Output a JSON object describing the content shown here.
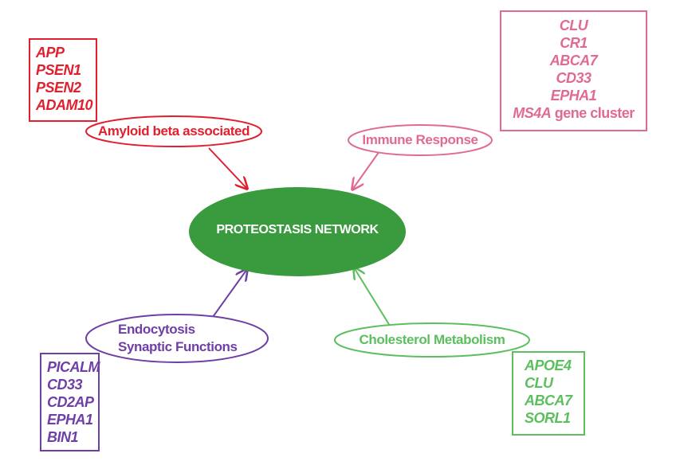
{
  "colors": {
    "center": "#3a9a3e",
    "amyloid": "#e0202e",
    "immune": "#e06a94",
    "endocytosis": "#6e3fa6",
    "cholesterol": "#5cbf5e"
  },
  "center": {
    "label": "PROTEOSTASIS NETWORK"
  },
  "amyloid": {
    "label": "Amyloid beta associated",
    "genes": [
      "APP",
      "PSEN1",
      "PSEN2",
      "ADAM10"
    ]
  },
  "immune": {
    "label": "Immune Response",
    "genes": [
      "CLU",
      "CR1",
      "ABCA7",
      "CD33",
      "EPHA1"
    ],
    "cluster_gene": "MS4A",
    "cluster_suffix": " gene cluster"
  },
  "endocytosis": {
    "label_line1": "Endocytosis",
    "label_line2": "Synaptic Functions",
    "genes": [
      "PICALM",
      "CD33",
      "CD2AP",
      "EPHA1",
      "BIN1"
    ]
  },
  "cholesterol": {
    "label": "Cholesterol Metabolism",
    "genes": [
      "APOE4",
      "CLU",
      "ABCA7",
      "SORL1"
    ]
  }
}
